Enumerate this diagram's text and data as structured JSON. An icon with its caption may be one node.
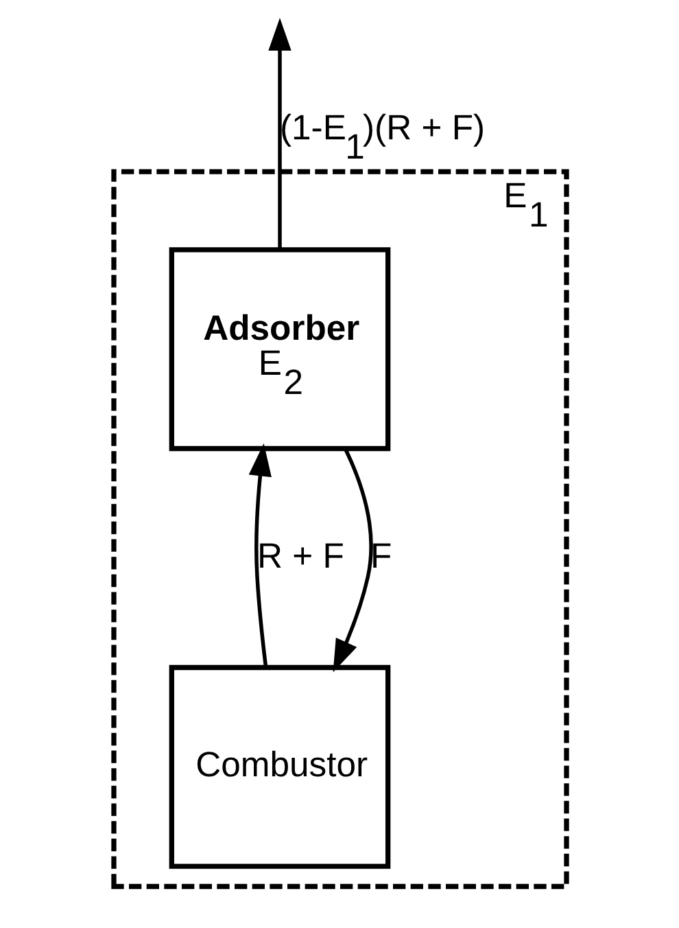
{
  "diagram": {
    "nodes": [
      {
        "text": [
          "E$_{1}$"
        ]
      },
      {
        "text": [
          "Adsorber",
          "E$_{2}$"
        ],
        "in": 0
      },
      {
        "text": [
          "Combustor"
        ],
        "in": 0
      }
    ],
    "edges": [
      {
        "from": 2,
        "to": 1,
        "arrow": "to",
        "label": "R + F"
      },
      {
        "from": 1,
        "to": null,
        "arrow": "to",
        "label": "(1-E$_{1}$)(R + F)"
      },
      {
        "from": 1,
        "to": 2,
        "arrow": "to",
        "label": "F"
      }
    ]
  }
}
